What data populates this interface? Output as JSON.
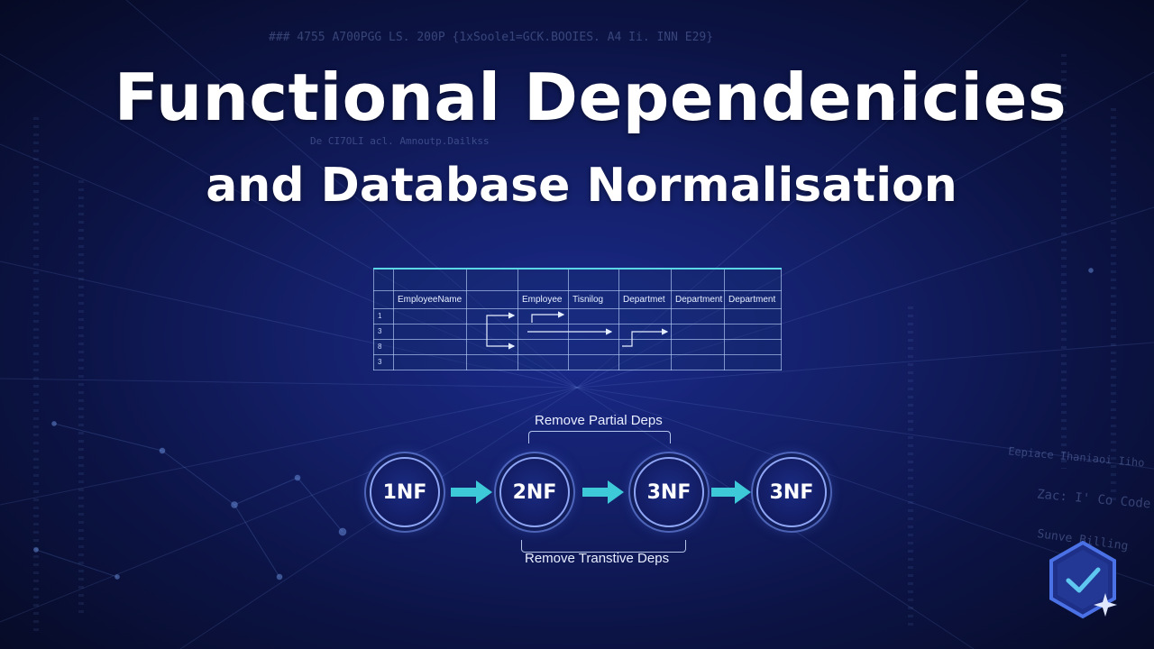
{
  "title": "Functional Dependenicies",
  "subtitle": "and Database Normalisation",
  "background_code_lines": [
    "### 4755 A700PGG LS. 200P {1xSoole1=GCK.BOOIES. A4 Ii. INN E29}",
    "De CI7OLI acl. Amnoutp.Dailkss",
    "Eepiace Ihaniaoi Iiho",
    "Zac: I' Co Code",
    "Sunve Billing"
  ],
  "schema_table": {
    "columns": [
      "",
      "EmployeeName",
      "",
      "Employee",
      "Tisnilog",
      "Departmet",
      "Department",
      "Department"
    ],
    "row_numbers": [
      "1",
      "3",
      "8",
      "3"
    ]
  },
  "normalisation_flow": {
    "top_label": "Remove Partial Deps",
    "bottom_label": "Remove Transtive Deps",
    "stages": [
      "1NF",
      "2NF",
      "3NF",
      "3NF"
    ]
  },
  "colors": {
    "arrow": "#3ec9d8",
    "node_ring": "#8fa6f5",
    "badge": "#3a5fd0",
    "accent": "#5ad6e6"
  },
  "icons": {
    "badge": "hexagon-checkmark-icon",
    "sparkle": "sparkle-icon"
  }
}
